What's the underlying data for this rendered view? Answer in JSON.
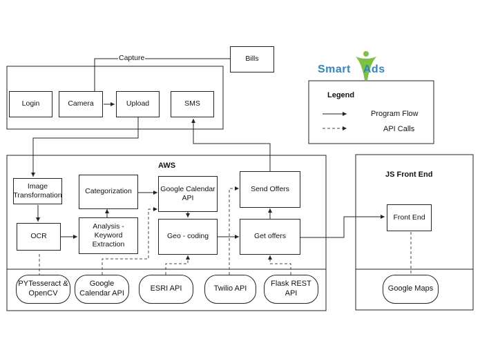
{
  "logo": {
    "text_left": "Smart",
    "text_right": "Ads"
  },
  "legend": {
    "title": "Legend",
    "program_flow": "Program Flow",
    "api_calls": "API Calls"
  },
  "capture_label": "Capture",
  "nodes": {
    "bills": "Bills",
    "login": "Login",
    "camera": "Camera",
    "upload": "Upload",
    "sms": "SMS",
    "image_transformation": "Image Transformation",
    "ocr": "OCR",
    "categorization": "Categorization",
    "analysis": "Analysis -Keyword Extraction",
    "google_calendar_api_box": "Google Calendar API",
    "geo_coding": "Geo - coding",
    "send_offers": "Send Offers",
    "get_offers": "Get offers",
    "front_end": "Front End"
  },
  "sections": {
    "aws": "AWS",
    "js_front_end": "JS Front End"
  },
  "apis": {
    "pytesseract": "PYTesseract & OpenCV",
    "google_calendar": "Google Calendar API",
    "esri": "ESRI API",
    "twilio": "Twilio API",
    "flask": "Flask REST API",
    "google_maps": "Google Maps"
  },
  "colors": {
    "logo_blue": "#2f86c6",
    "logo_green": "#7cc242"
  }
}
